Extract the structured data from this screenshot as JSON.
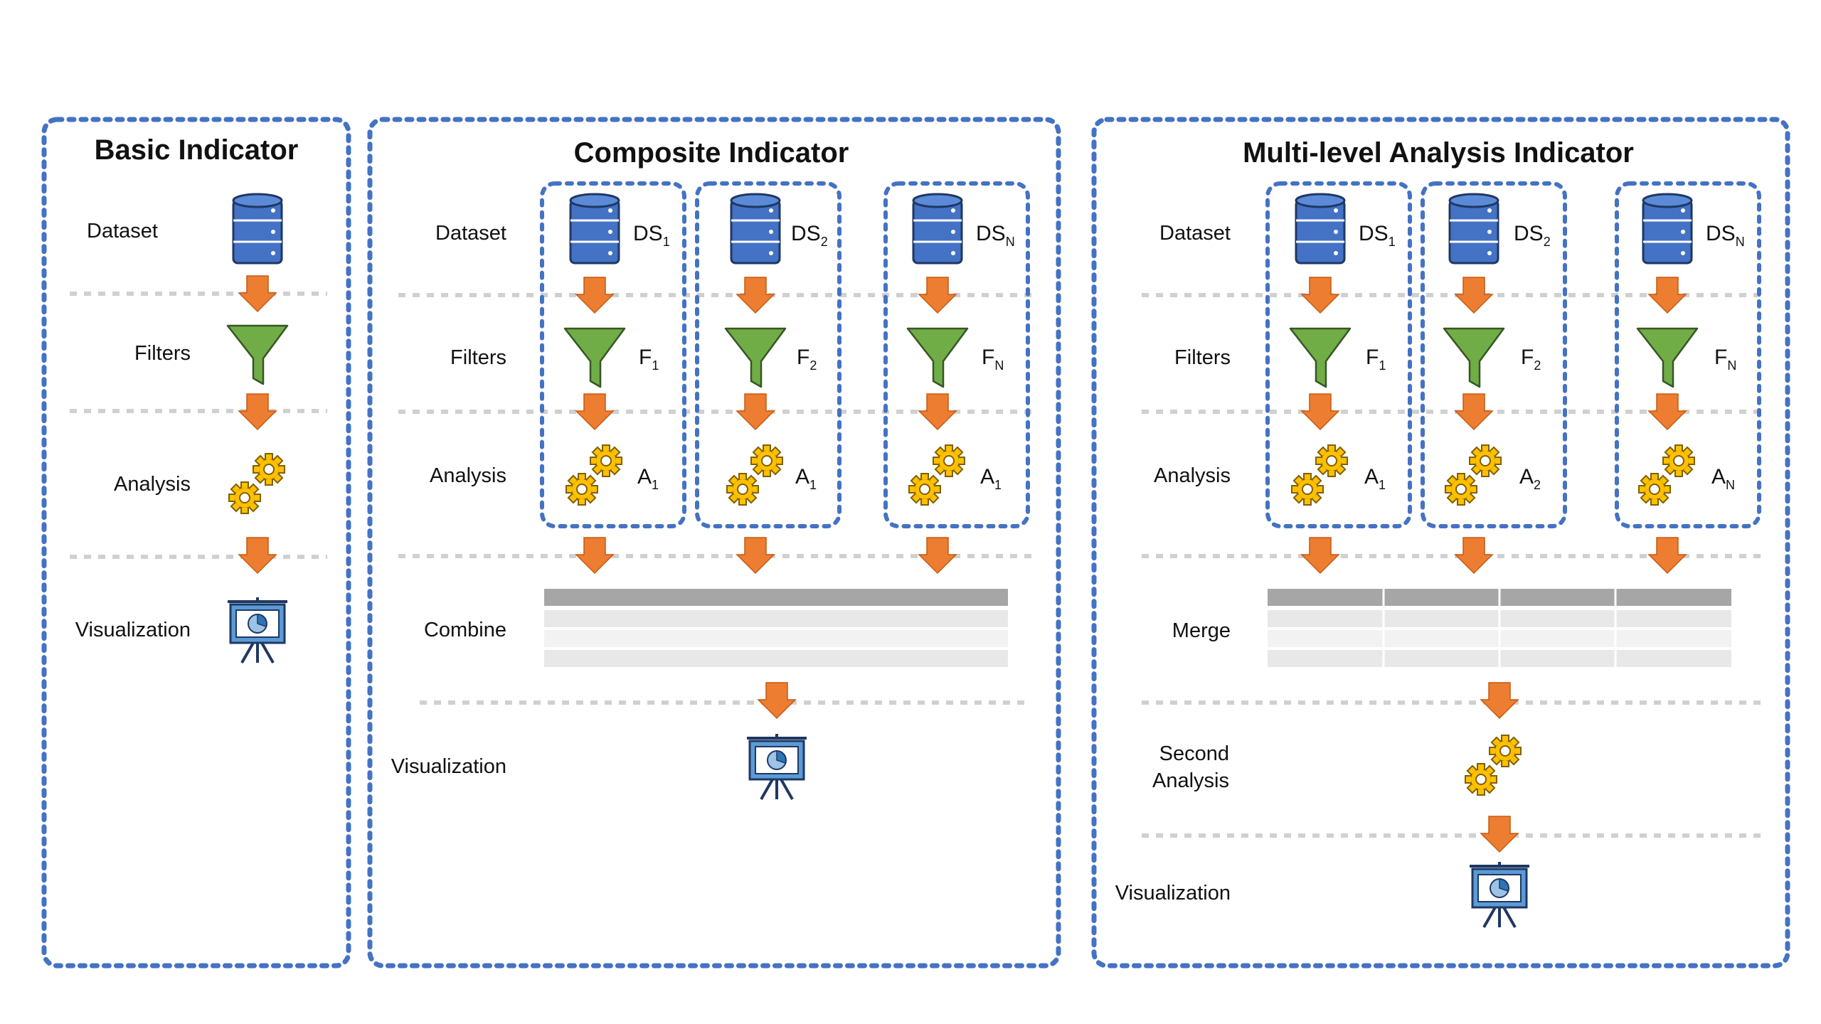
{
  "colors": {
    "border": "#4472c4",
    "arrow": "#ed7d31",
    "filter": "#70ad47",
    "gear": "#ffc000",
    "database": "#4472c4",
    "separator": "#d0d0d0",
    "table_header": "#a6a6a6",
    "table_row": "#e8e8e8"
  },
  "icons": {
    "database": "database-icon",
    "filter": "filter-funnel-icon",
    "gears": "gears-icon",
    "visualization": "presentation-board-icon",
    "arrow": "down-arrow-icon"
  },
  "panels": {
    "basic": {
      "title": "Basic Indicator",
      "rows": {
        "dataset": "Dataset",
        "filters": "Filters",
        "analysis": "Analysis",
        "visualization": "Visualization"
      }
    },
    "composite": {
      "title": "Composite Indicator",
      "rows": {
        "dataset": "Dataset",
        "filters": "Filters",
        "analysis": "Analysis",
        "combine": "Combine",
        "visualization": "Visualization"
      },
      "columns": [
        {
          "ds": "DS",
          "ds_sub": "1",
          "f": "F",
          "f_sub": "1",
          "a": "A",
          "a_sub": "1"
        },
        {
          "ds": "DS",
          "ds_sub": "2",
          "f": "F",
          "f_sub": "2",
          "a": "A",
          "a_sub": "1"
        },
        {
          "ds": "DS",
          "ds_sub": "N",
          "f": "F",
          "f_sub": "N",
          "a": "A",
          "a_sub": "1"
        }
      ]
    },
    "multilevel": {
      "title": "Multi-level Analysis Indicator",
      "rows": {
        "dataset": "Dataset",
        "filters": "Filters",
        "analysis": "Analysis",
        "merge": "Merge",
        "second_1": "Second",
        "second_2": "Analysis",
        "visualization": "Visualization"
      },
      "columns": [
        {
          "ds": "DS",
          "ds_sub": "1",
          "f": "F",
          "f_sub": "1",
          "a": "A",
          "a_sub": "1"
        },
        {
          "ds": "DS",
          "ds_sub": "2",
          "f": "F",
          "f_sub": "2",
          "a": "A",
          "a_sub": "2"
        },
        {
          "ds": "DS",
          "ds_sub": "N",
          "f": "F",
          "f_sub": "N",
          "a": "A",
          "a_sub": "N"
        }
      ]
    }
  }
}
